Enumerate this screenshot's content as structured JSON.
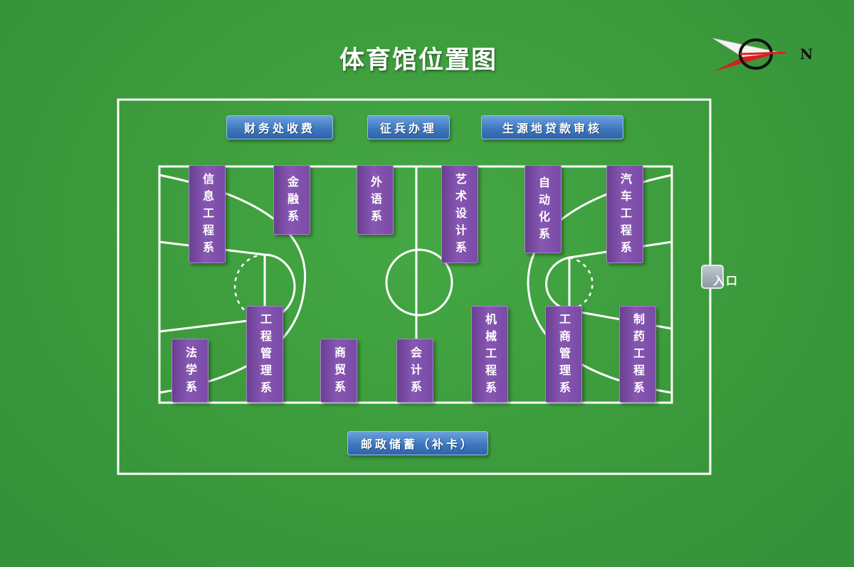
{
  "title": "体育馆位置图",
  "compass": {
    "label": "N"
  },
  "top_buttons": [
    {
      "label": "财务处收费"
    },
    {
      "label": "征兵办理"
    },
    {
      "label": "生源地贷款审核"
    }
  ],
  "bottom_button": {
    "label": "邮政储蓄（补卡）"
  },
  "departments_top": [
    {
      "label": "信息工程系"
    },
    {
      "label": "金融系"
    },
    {
      "label": "外语系"
    },
    {
      "label": "艺术设计系"
    },
    {
      "label": "自动化系"
    },
    {
      "label": "汽车工程系"
    }
  ],
  "departments_bottom": [
    {
      "label": "法学系"
    },
    {
      "label": "工程管理系"
    },
    {
      "label": "商贸系"
    },
    {
      "label": "会计系"
    },
    {
      "label": "机械工程系"
    },
    {
      "label": "工商管理系"
    },
    {
      "label": "制药工程系"
    }
  ],
  "entrance": {
    "label": "入口"
  },
  "colors": {
    "background": "#3b9a3b",
    "lines": "#ffffff",
    "dept_purple": "#7a4ba6",
    "button_blue": "#3f78bf",
    "compass_red": "#e02020"
  }
}
